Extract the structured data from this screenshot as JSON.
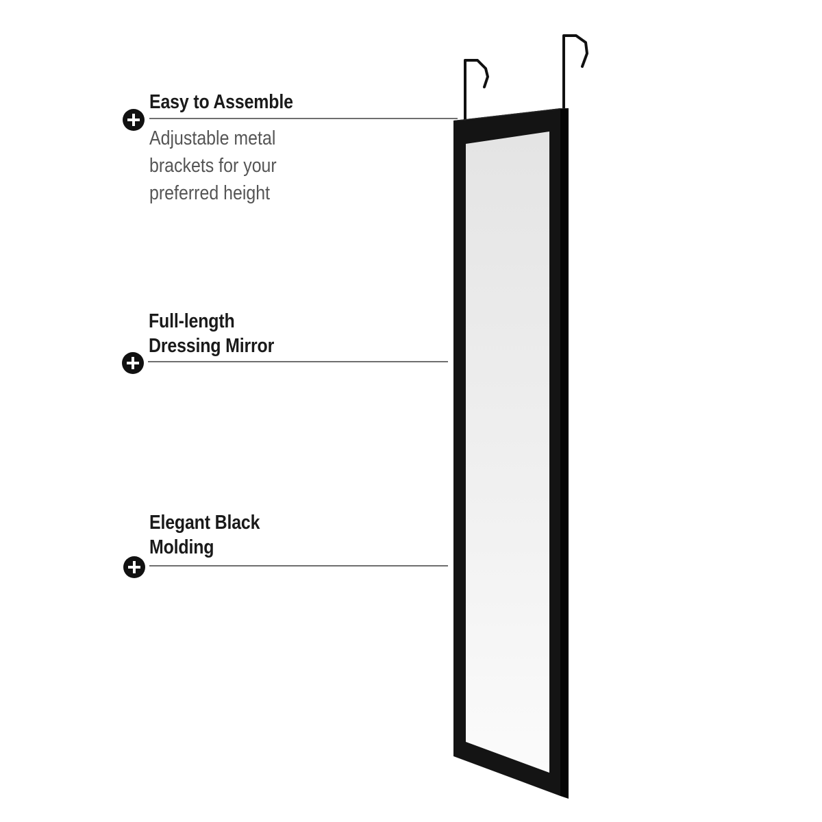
{
  "callouts": [
    {
      "title_lines": [
        "Easy to Assemble"
      ],
      "description_lines": [
        "Adjustable metal",
        "brackets for your",
        "preferred height"
      ],
      "icon": "plus-circle-icon"
    },
    {
      "title_lines": [
        "Full-length",
        "Dressing Mirror"
      ],
      "description_lines": [],
      "icon": "plus-circle-icon"
    },
    {
      "title_lines": [
        "Elegant Black",
        "Molding"
      ],
      "description_lines": [],
      "icon": "plus-circle-icon"
    }
  ],
  "colors": {
    "background": "#ffffff",
    "frame": "#111111",
    "mirror_glass_top": "#e6e6e6",
    "mirror_glass_bottom": "#fafafa",
    "leader_line": "#6e6e6e",
    "title_text": "#1a1a1a",
    "description_text": "#555555"
  }
}
